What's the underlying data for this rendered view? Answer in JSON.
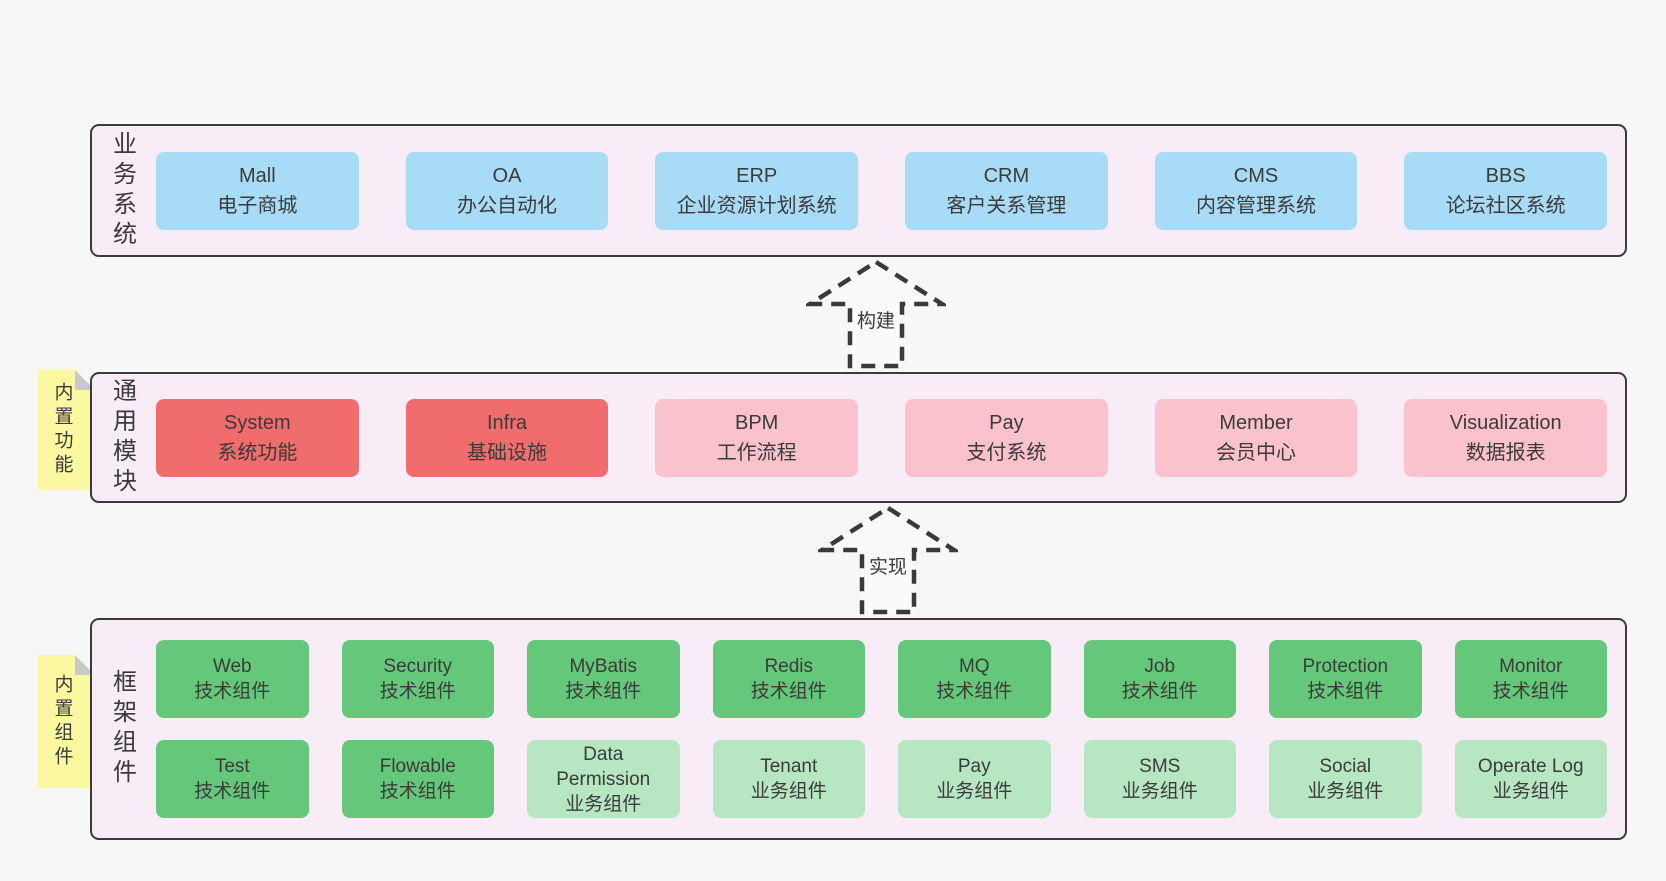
{
  "colors": {
    "page_bg": "#f7f7f7",
    "panel_bg": "#f8edf6",
    "panel_border": "#3b3b3b",
    "blue_box": "#a8dbf5",
    "red_box": "#f16c6c",
    "pink_box": "#fac2cb",
    "green_box": "#65c77a",
    "light_green_box": "#b7e6c2",
    "sticky_tag": "#fbf8a1",
    "tag_fold": "#c9c9c9",
    "text": "#3a3a3a"
  },
  "arrows": [
    {
      "label": "构建"
    },
    {
      "label": "实现"
    }
  ],
  "layers": [
    {
      "id": "business-systems",
      "label": "业务系统",
      "tag": null,
      "boxes": [
        {
          "name": "Mall",
          "desc": "电子商城",
          "variant": "blue"
        },
        {
          "name": "OA",
          "desc": "办公自动化",
          "variant": "blue"
        },
        {
          "name": "ERP",
          "desc": "企业资源计划系统",
          "variant": "blue"
        },
        {
          "name": "CRM",
          "desc": "客户关系管理",
          "variant": "blue"
        },
        {
          "name": "CMS",
          "desc": "内容管理系统",
          "variant": "blue"
        },
        {
          "name": "BBS",
          "desc": "论坛社区系统",
          "variant": "blue"
        }
      ]
    },
    {
      "id": "common-modules",
      "label": "通用模块",
      "tag": "内置功能",
      "boxes": [
        {
          "name": "System",
          "desc": "系统功能",
          "variant": "red"
        },
        {
          "name": "Infra",
          "desc": "基础设施",
          "variant": "red"
        },
        {
          "name": "BPM",
          "desc": "工作流程",
          "variant": "pink"
        },
        {
          "name": "Pay",
          "desc": "支付系统",
          "variant": "pink"
        },
        {
          "name": "Member",
          "desc": "会员中心",
          "variant": "pink"
        },
        {
          "name": "Visualization",
          "desc": "数据报表",
          "variant": "pink"
        }
      ]
    },
    {
      "id": "framework-components",
      "label": "框架组件",
      "tag": "内置组件",
      "rows": [
        [
          {
            "name": "Web",
            "desc": "技术组件",
            "variant": "green"
          },
          {
            "name": "Security",
            "desc": "技术组件",
            "variant": "green"
          },
          {
            "name": "MyBatis",
            "desc": "技术组件",
            "variant": "green"
          },
          {
            "name": "Redis",
            "desc": "技术组件",
            "variant": "green"
          },
          {
            "name": "MQ",
            "desc": "技术组件",
            "variant": "green"
          },
          {
            "name": "Job",
            "desc": "技术组件",
            "variant": "green"
          },
          {
            "name": "Protection",
            "desc": "技术组件",
            "variant": "green"
          },
          {
            "name": "Monitor",
            "desc": "技术组件",
            "variant": "green"
          }
        ],
        [
          {
            "name": "Test",
            "desc": "技术组件",
            "variant": "green"
          },
          {
            "name": "Flowable",
            "desc": "技术组件",
            "variant": "green"
          },
          {
            "name": "Data Permission",
            "desc": "业务组件",
            "variant": "lightgreen"
          },
          {
            "name": "Tenant",
            "desc": "业务组件",
            "variant": "lightgreen"
          },
          {
            "name": "Pay",
            "desc": "业务组件",
            "variant": "lightgreen"
          },
          {
            "name": "SMS",
            "desc": "业务组件",
            "variant": "lightgreen"
          },
          {
            "name": "Social",
            "desc": "业务组件",
            "variant": "lightgreen"
          },
          {
            "name": "Operate Log",
            "desc": "业务组件",
            "variant": "lightgreen"
          }
        ]
      ]
    }
  ]
}
